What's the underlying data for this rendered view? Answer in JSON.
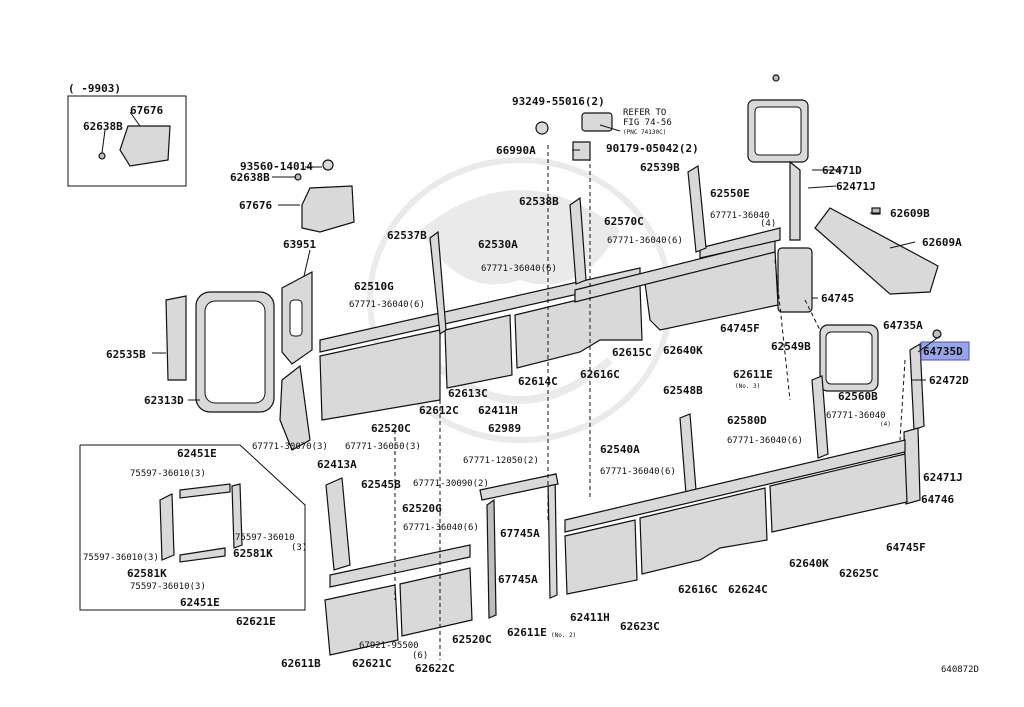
{
  "header": {
    "date_range": "(     -9903)"
  },
  "labels": {
    "p67676a": "67676",
    "p62638Ba": "62638B",
    "p93560": "93560-14014",
    "p62638Bb": "62638B",
    "p67676b": "67676",
    "p93249": "93249-55016(2)",
    "refer1": "REFER TO",
    "refer2": "FIG 74-56",
    "refer3": "(PNC 74130C)",
    "p66990A": "66990A",
    "p90179": "90179-05042(2)",
    "p62539B": "62539B",
    "p62471D": "62471D",
    "p62550E": "62550E",
    "p62471Ja": "62471J",
    "p62538B": "62538B",
    "p67771_36040_4a": "67771-36040",
    "n4a": "(4)",
    "p62609B": "62609B",
    "p62537B": "62537B",
    "p62570C": "62570C",
    "p62609A": "62609A",
    "p63951": "63951",
    "p62530A": "62530A",
    "p67771_36040_6b": "67771-36040(6)",
    "p67771_36040_6c": "67771-36040(6)",
    "p62510G": "62510G",
    "p67771_36040_6d": "67771-36040(6)",
    "p64745": "64745",
    "p64735A": "64735A",
    "p64745F": "64745F",
    "p64735D": "64735D",
    "p62535B": "62535B",
    "p62615C": "62615C",
    "p62640Ka": "62640K",
    "p62549B": "62549B",
    "p62616Ca": "62616C",
    "p62611Ea": "62611E",
    "no3": "(No. 3)",
    "p62472D": "62472D",
    "p62613C": "62613C",
    "p62614C": "62614C",
    "p62548B": "62548B",
    "p62560B": "62560B",
    "p62313D": "62313D",
    "p62612C": "62612C",
    "p62411Ha": "62411H",
    "p67771_36040_4b": "67771-36040",
    "n4b": "(4)",
    "p62580D": "62580D",
    "p62520Ca": "62520C",
    "p62989": "62989",
    "p67771_30070": "67771-30070(3)",
    "p67771_36050": "67771-36050(3)",
    "p67771_36040_6e": "67771-36040(6)",
    "p62451Ea": "62451E",
    "p62413A": "62413A",
    "p67771_12050": "67771-12050(2)",
    "p62540A": "62540A",
    "p62471Jb": "62471J",
    "p75597_36010_3a": "75597-36010(3)",
    "p67771_30090": "67771-30090(2)",
    "p67771_36040_6f": "67771-36040(6)",
    "p62545B": "62545B",
    "p64746": "64746",
    "p62520G": "62520G",
    "p75597_36010b": "75597-36010",
    "n3c": "(3)",
    "p62581Ka": "62581K",
    "p67771_36040_6g": "67771-36040(6)",
    "p67745Aa": "67745A",
    "p64745Fb": "64745F",
    "p75597_36010_3c": "75597-36010(3)",
    "p62581Kb": "62581K",
    "p75597_36010_3d": "75597-36010(3)",
    "p62451Eb": "62451E",
    "p62640Kb": "62640K",
    "p62625C": "62625C",
    "p67745Ab": "67745A",
    "p62616Cb": "62616C",
    "p62624C": "62624C",
    "p62621E": "62621E",
    "p62411Hb": "62411H",
    "p62623C": "62623C",
    "p67921": "67921-95500",
    "n6": "(6)",
    "p62520Cb": "62520C",
    "p62611Eb": "62611E",
    "no2": "(No. 2)",
    "p62611B": "62611B",
    "p62621C": "62621C",
    "p62622C": "62622C",
    "fig_code": "640872D"
  },
  "highlight_color": "#9aa4e8"
}
